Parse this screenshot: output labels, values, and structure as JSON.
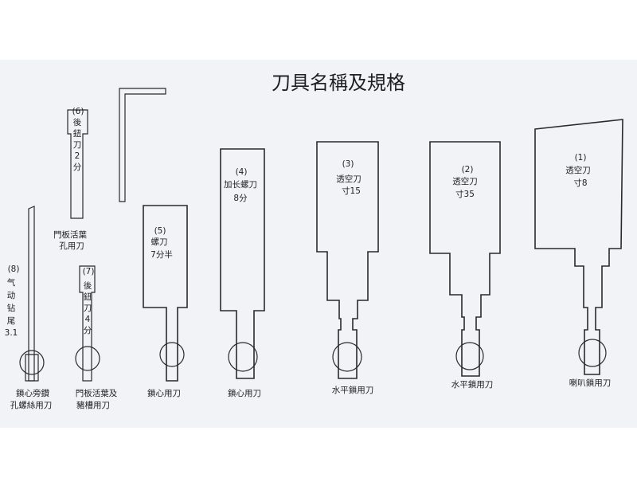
{
  "title": "刀具名稱及規格",
  "tools": {
    "t1": {
      "num": "(1)",
      "name": "透空刀",
      "size": "寸8",
      "caption": "喇叭鎖用刀"
    },
    "t2": {
      "num": "(2)",
      "name": "透空刀",
      "size": "寸35",
      "caption": "水平鎖用刀"
    },
    "t3": {
      "num": "(3)",
      "name": "透空刀",
      "size": "寸15",
      "caption": "水平鎖用刀"
    },
    "t4": {
      "num": "(4)",
      "name": "加长螺刀",
      "size": "8分",
      "caption": "鎖心用刀"
    },
    "t5": {
      "num": "(5)",
      "name": "螺刀",
      "size": "7分半",
      "caption": "鎖心用刀"
    },
    "t6": {
      "num": "(6)",
      "chars": [
        "後",
        "鈕",
        "刀",
        "2",
        "分"
      ],
      "caption_lines": [
        "門板活葉",
        "孔用刀"
      ]
    },
    "t7": {
      "num": "(7)",
      "chars": [
        "後",
        "鈕",
        "刀",
        "4",
        "分"
      ],
      "caption_lines": [
        "門板活葉及",
        "豬槽用刀"
      ]
    },
    "t8": {
      "num": "(8)",
      "chars": [
        "气",
        "动",
        "钻",
        "尾",
        "3.1"
      ],
      "caption_lines": [
        "鎖心旁鑽",
        "孔螺絲用刀"
      ]
    }
  }
}
